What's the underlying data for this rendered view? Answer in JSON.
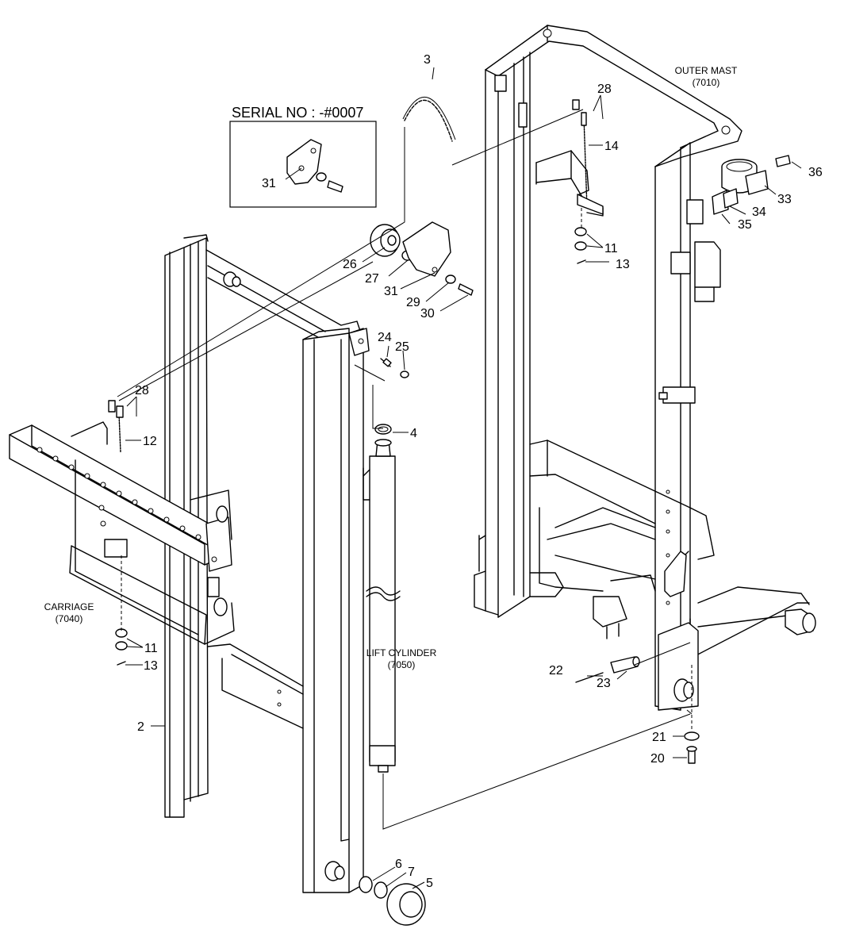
{
  "serial_box": {
    "label": "SERIAL NO : -#0007"
  },
  "assemblies": {
    "outer_mast": {
      "name": "OUTER MAST",
      "code": "(7010)"
    },
    "carriage": {
      "name": "CARRIAGE",
      "code": "(7040)"
    },
    "lift_cylinder": {
      "name": "LIFT CYLINDER",
      "code": "(7050)"
    }
  },
  "callouts": [
    {
      "id": "c3",
      "text": "3"
    },
    {
      "id": "c28a",
      "text": "28"
    },
    {
      "id": "c14",
      "text": "14"
    },
    {
      "id": "c36",
      "text": "36"
    },
    {
      "id": "c33",
      "text": "33"
    },
    {
      "id": "c34",
      "text": "34"
    },
    {
      "id": "c35",
      "text": "35"
    },
    {
      "id": "c11a",
      "text": "11"
    },
    {
      "id": "c13a",
      "text": "13"
    },
    {
      "id": "c31a",
      "text": "31"
    },
    {
      "id": "c26",
      "text": "26"
    },
    {
      "id": "c27",
      "text": "27"
    },
    {
      "id": "c31b",
      "text": "31"
    },
    {
      "id": "c29",
      "text": "29"
    },
    {
      "id": "c30",
      "text": "30"
    },
    {
      "id": "c24",
      "text": "24"
    },
    {
      "id": "c25",
      "text": "25"
    },
    {
      "id": "c28b",
      "text": "28"
    },
    {
      "id": "c12",
      "text": "12"
    },
    {
      "id": "c4",
      "text": "4"
    },
    {
      "id": "c11b",
      "text": "11"
    },
    {
      "id": "c13b",
      "text": "13"
    },
    {
      "id": "c2",
      "text": "2"
    },
    {
      "id": "c22",
      "text": "22"
    },
    {
      "id": "c23",
      "text": "23"
    },
    {
      "id": "c21",
      "text": "21"
    },
    {
      "id": "c20",
      "text": "20"
    },
    {
      "id": "c6",
      "text": "6"
    },
    {
      "id": "c7",
      "text": "7"
    },
    {
      "id": "c5",
      "text": "5"
    }
  ]
}
